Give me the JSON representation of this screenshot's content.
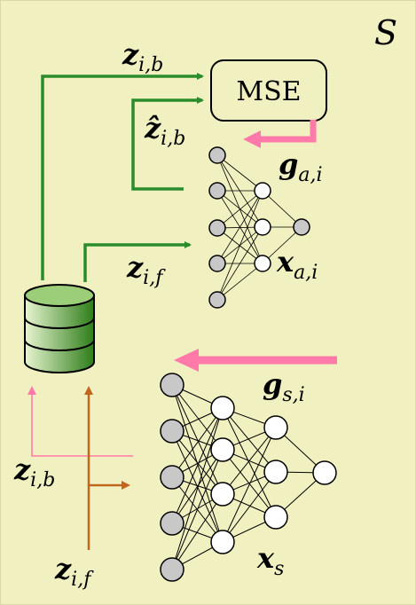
{
  "frame_label": "S",
  "loss_box": {
    "label": "MSE"
  },
  "labels": {
    "z_b_top": {
      "symbol": "z",
      "sub": "i,b"
    },
    "z_hat": {
      "symbol": "ẑ",
      "sub": "i,b"
    },
    "g_a": {
      "symbol": "g",
      "sub": "a,i"
    },
    "z_f_mid": {
      "symbol": "z",
      "sub": "i,f"
    },
    "x_a": {
      "symbol": "x",
      "sub": "a,i"
    },
    "g_s": {
      "symbol": "g",
      "sub": "s,i"
    },
    "z_b_bottom": {
      "symbol": "z",
      "sub": "i,b"
    },
    "z_f_bottom": {
      "symbol": "z",
      "sub": "i,f"
    },
    "x_s": {
      "symbol": "x",
      "sub": "s"
    }
  },
  "networks": {
    "small": {
      "layers": [
        5,
        3,
        1
      ],
      "input_fill": "#c8c8c8",
      "hidden_fill": "#ffffff",
      "output_fill": "#c8c8c8"
    },
    "large": {
      "layers": [
        5,
        4,
        3,
        1
      ],
      "input_fill": "#c8c8c8",
      "hidden_fill": "#ffffff",
      "output_fill": "#ffffff"
    }
  },
  "colors": {
    "background": "#f0f0c0",
    "border": "#d8d8a8",
    "green_arrow": "#2a8c2a",
    "pink_arrow": "#ff7aa8",
    "orange_arrow": "#c0661f",
    "db_dark": "#2e7d1a",
    "db_light": "#e8f5d0"
  }
}
